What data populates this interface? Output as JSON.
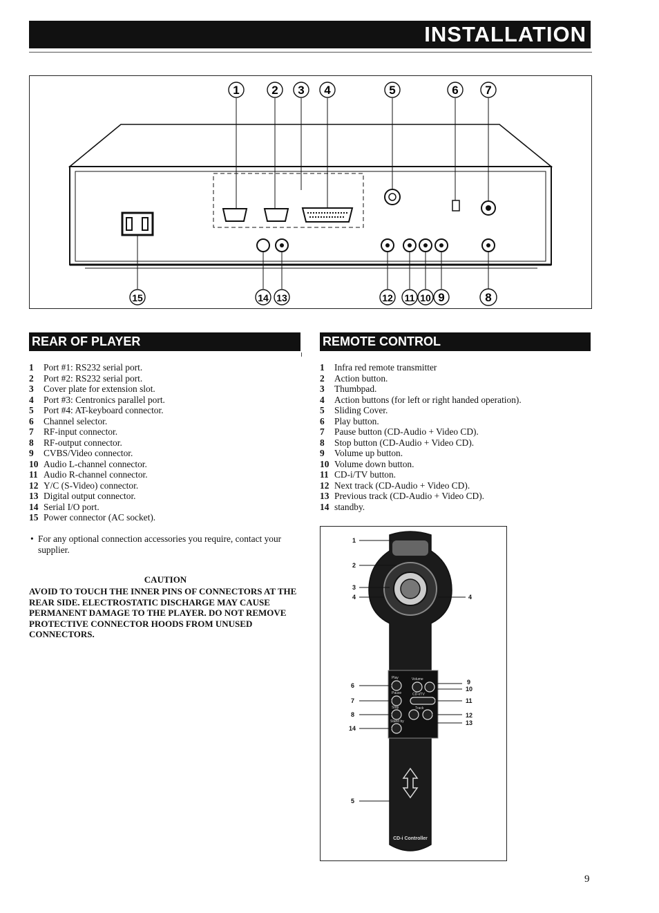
{
  "page": {
    "title": "INSTALLATION",
    "number": "9"
  },
  "diagram": {
    "top_callouts": [
      "1",
      "2",
      "3",
      "4",
      "5",
      "6",
      "7"
    ],
    "bottom_callouts": [
      "15",
      "14",
      "13",
      "12",
      "11",
      "10",
      "9",
      "8"
    ]
  },
  "rear": {
    "heading": "REAR OF PLAYER",
    "items": [
      {
        "n": "1",
        "text": "Port #1: RS232 serial port."
      },
      {
        "n": "2",
        "text": "Port #2: RS232 serial port."
      },
      {
        "n": "3",
        "text": "Cover plate for extension slot."
      },
      {
        "n": "4",
        "text": "Port #3: Centronics parallel port."
      },
      {
        "n": "5",
        "text": "Port #4: AT-keyboard connector."
      },
      {
        "n": "6",
        "text": "Channel selector."
      },
      {
        "n": "7",
        "text": "RF-input connector."
      },
      {
        "n": "8",
        "text": "RF-output connector."
      },
      {
        "n": "9",
        "text": "CVBS/Video connector."
      },
      {
        "n": "10",
        "text": "Audio L-channel connector."
      },
      {
        "n": "11",
        "text": "Audio R-channel connector."
      },
      {
        "n": "12",
        "text": "Y/C (S-Video) connector."
      },
      {
        "n": "13",
        "text": "Digital output connector."
      },
      {
        "n": "14",
        "text": "Serial I/O port."
      },
      {
        "n": "15",
        "text": "Power connector (AC socket)."
      }
    ],
    "note": "For any optional connection accessories you require, contact your supplier.",
    "caution_title": "CAUTION",
    "caution_text": "AVOID TO TOUCH THE INNER PINS OF CONNECTORS AT THE REAR SIDE. ELECTROSTATIC DISCHARGE MAY CAUSE PERMANENT DAMAGE TO THE PLAYER. DO NOT REMOVE PROTECTIVE CONNECTOR HOODS FROM UNUSED CONNECTORS."
  },
  "remote": {
    "heading": "REMOTE CONTROL",
    "items": [
      {
        "n": "1",
        "text": "Infra red remote transmitter"
      },
      {
        "n": "2",
        "text": "Action button."
      },
      {
        "n": "3",
        "text": "Thumbpad."
      },
      {
        "n": "4",
        "text": "Action buttons (for left or right handed operation)."
      },
      {
        "n": "5",
        "text": "Sliding Cover."
      },
      {
        "n": "6",
        "text": "Play button."
      },
      {
        "n": "7",
        "text": "Pause button (CD-Audio + Video CD)."
      },
      {
        "n": "8",
        "text": "Stop button (CD-Audio + Video CD)."
      },
      {
        "n": "9",
        "text": "Volume up button."
      },
      {
        "n": "10",
        "text": "Volume down button."
      },
      {
        "n": "11",
        "text": "CD-i/TV button."
      },
      {
        "n": "12",
        "text": "Next track (CD-Audio + Video CD)."
      },
      {
        "n": "13",
        "text": "Previous track (CD-Audio + Video CD)."
      },
      {
        "n": "14",
        "text": "standby."
      }
    ],
    "figure_labels": {
      "l1": "1",
      "l2": "2",
      "l3": "3",
      "l4a": "4",
      "l4b": "4",
      "l5": "5",
      "l6": "6",
      "l7": "7",
      "l8": "8",
      "l14": "14",
      "l9": "9",
      "l10": "10",
      "l11": "11",
      "l12": "12",
      "l13": "13"
    },
    "button_texts": {
      "play": "Play",
      "pause": "Pause",
      "stop": "Stop",
      "standby": "Stand by",
      "volume": "Volume",
      "cditv": "CD-i/TV",
      "track": "Track",
      "brand": "CD-i Controller"
    }
  }
}
